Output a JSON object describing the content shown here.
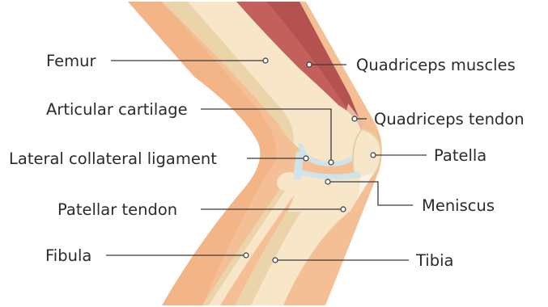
{
  "labels": {
    "femur": "Femur",
    "articular_cartilage": "Articular cartilage",
    "lateral_collateral_ligament": "Lateral collateral ligament",
    "patellar_tendon": "Patellar tendon",
    "fibula": "Fibula",
    "quadriceps_muscles": "Quadriceps muscles",
    "quadriceps_tendon": "Quadriceps tendon",
    "patella": "Patella",
    "meniscus": "Meniscus",
    "tibia": "Tibia"
  },
  "colors": {
    "skin": "#f5bf95",
    "skin_shadow": "#f0ac7c",
    "muscle": "#c3605b",
    "muscle_dark": "#a84a48",
    "bone": "#f7e6c8",
    "bone_shadow": "#e8cfa3",
    "cartilage": "#cfe3e8",
    "tendon": "#fbf3e8",
    "leader_line": "#3a3a3a"
  }
}
